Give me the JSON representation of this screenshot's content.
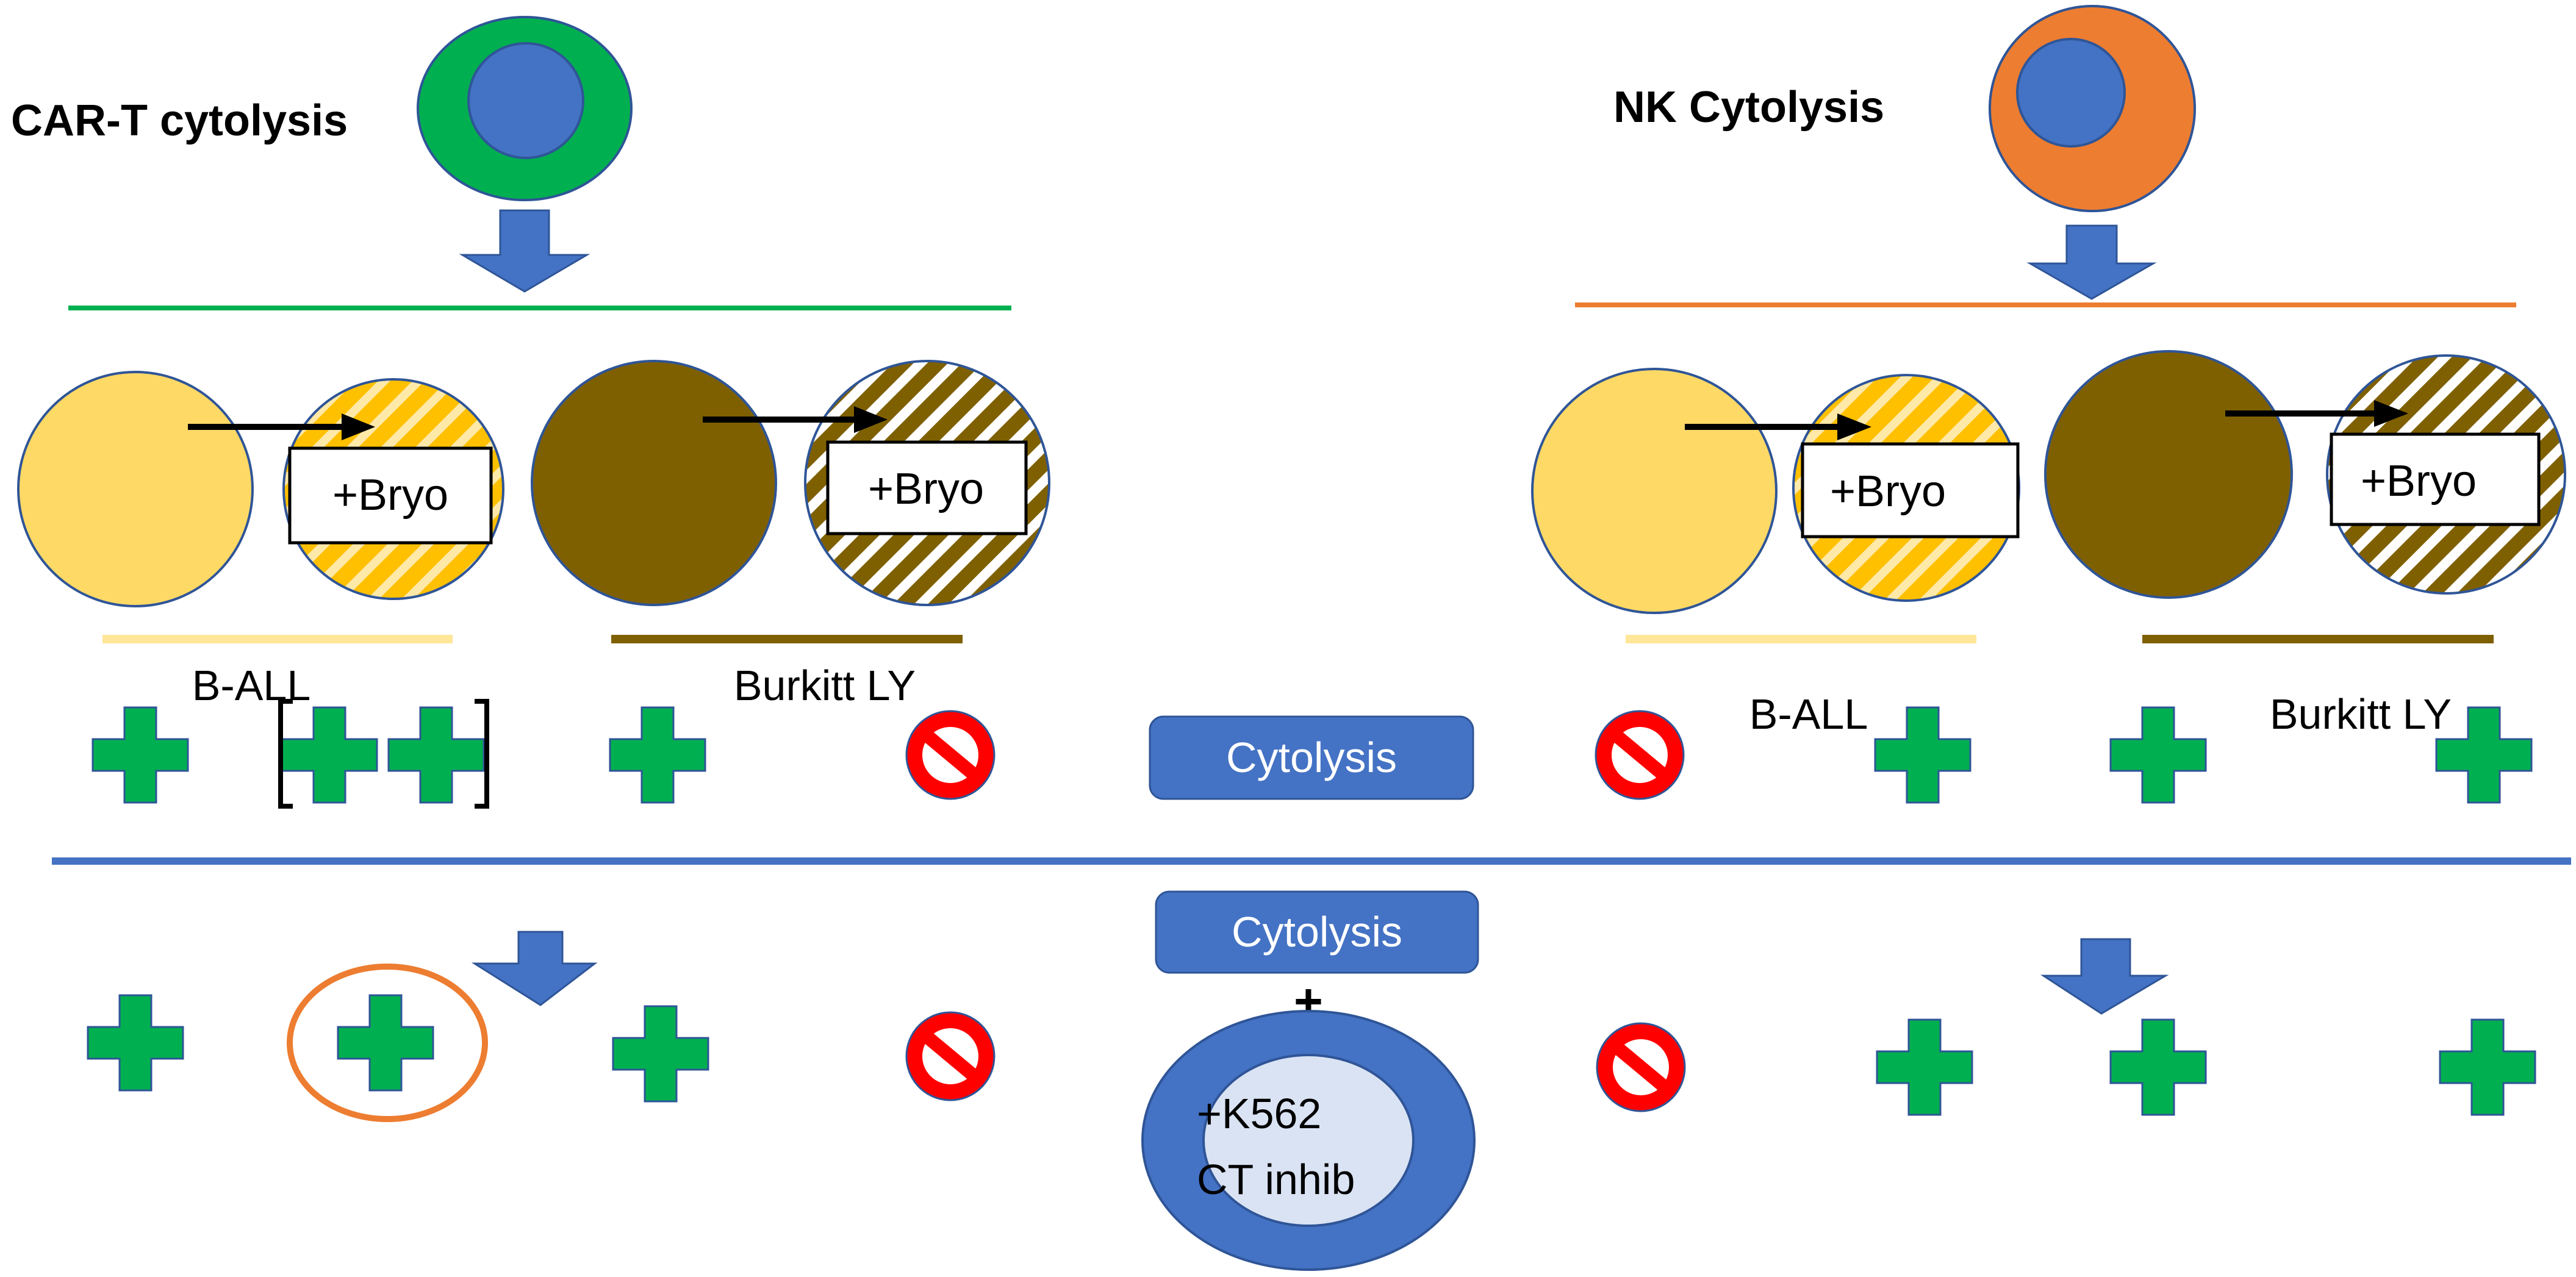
{
  "left_panel": {
    "title": "CAR-T cytolysis",
    "cell_color": "#00B050",
    "line_color": "#00B050"
  },
  "right_panel": {
    "title": "NK Cytolysis",
    "cell_color": "#ED7D31",
    "line_color": "#ED7D31"
  },
  "treatment_label": "+Bryo",
  "cell_types": {
    "b_all": "B-ALL",
    "burkitt": "Burkitt LY"
  },
  "buttons": {
    "cytolysis_top": "Cytolysis",
    "cytolysis_bottom": "Cytolysis"
  },
  "combine_symbol": "+",
  "k562": {
    "line1": "+K562",
    "line2": "CT inhib"
  },
  "colors": {
    "nucleus": "#4472C4",
    "b_all": "#FFD966",
    "burkitt": "#7F6000",
    "plus": "#00B050",
    "no_sign": "#FF0000",
    "divider": "#4472C4",
    "highlight_ring": "#ED7D31"
  },
  "icons": [
    "down-arrow-icon",
    "right-arrow-icon",
    "plus-icon",
    "no-sign-icon",
    "bracket-icon"
  ]
}
